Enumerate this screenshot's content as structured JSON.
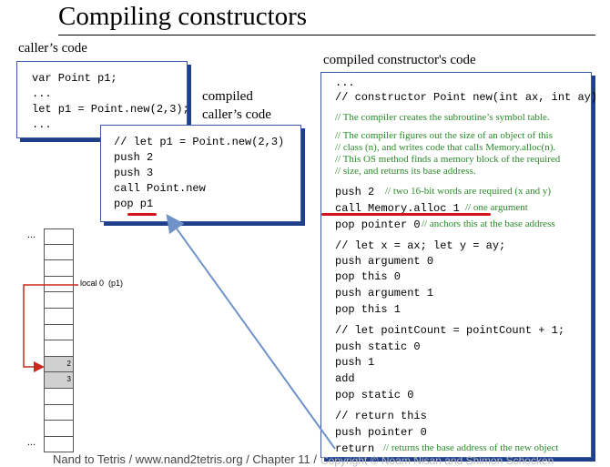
{
  "title": "Compiling constructors",
  "labels": {
    "callers_code": "caller’s code",
    "compiled_callers_code_line1": "compiled",
    "compiled_callers_code_line2": "caller’s code",
    "compiled_constructors_code": "compiled constructor's code"
  },
  "callers_code": [
    "var Point p1;",
    "...",
    "let p1 = Point.new(2,3);",
    "..."
  ],
  "compiled_callers_code": [
    "// let p1 = Point.new(2,3)",
    "push 2",
    "push 3",
    "call Point.new",
    "pop p1"
  ],
  "compiled_constructor": {
    "header": [
      "...",
      "// constructor Point new(int ax, int ay)"
    ],
    "comment_symbol_table": "// The compiler creates the subroutine’s symbol table.",
    "comment_alloc": [
      "// The compiler figures out the size of an object of this",
      "// class (n), and writes code that calls Memory.alloc(n).",
      "// This OS method finds a memory block of the required",
      "// size, and returns its base address."
    ],
    "push2": "push 2",
    "push2_comment": "// two 16-bit words are required (x and y)",
    "call_alloc": "call Memory.alloc 1",
    "call_alloc_comment": "// one argument",
    "pop_pointer": "pop pointer 0",
    "pop_pointer_comment": "// anchors this at the base address",
    "block_fields": [
      "// let x = ax; let y = ay;",
      "push argument 0",
      "pop this 0",
      "push argument 1",
      "pop this 1"
    ],
    "block_count": [
      "// let pointCount = pointCount + 1;",
      "push static 0",
      "push 1",
      "add",
      "pop static 0"
    ],
    "block_return": [
      "// return this",
      "push pointer 0"
    ],
    "return_kw": "return",
    "return_comment": "// returns the base address of the new object"
  },
  "memory": {
    "top_ellipsis": "...",
    "bottom_ellipsis": "...",
    "local0_label": "local 0  (p1)",
    "cell_values": [
      "2",
      "3"
    ]
  },
  "footer": "Nand to Tetris / www.nand2tetris.org / Chapter 11 / ",
  "footer_faded": "Copyright © Noam Nisan and Shimon Schocken",
  "colors": {
    "box_border": "#1f3f8a",
    "comment": "#2b8a2b",
    "highlight": "#d4141a",
    "arrow": "#6f93c8"
  }
}
